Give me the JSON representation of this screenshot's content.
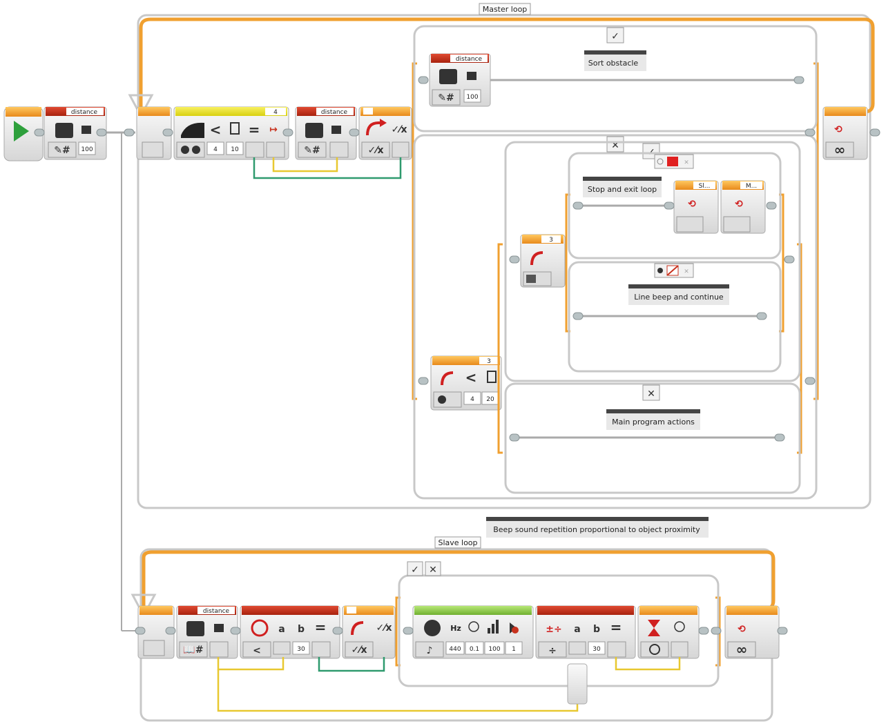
{
  "program": {
    "master_loop_label": "Master loop",
    "slave_loop_label": "Slave loop",
    "comment_beep": "Beep sound repetition proportional to object proximity"
  },
  "start_block": {
    "distance_header": "distance",
    "value": "100"
  },
  "master_loop": {
    "compare_header": "4",
    "compare_a": "4",
    "compare_b": "10",
    "var_header": "distance",
    "switch_true": {
      "comment": "Sort obstacle",
      "var_header": "distance",
      "var_value": "100"
    },
    "switch_false": {
      "outer_port": "3",
      "outer_a": "4",
      "outer_b": "20",
      "inner_port": "3",
      "inner_true": {
        "comment": "Stop and exit loop",
        "stop_label_1": "Sl...",
        "stop_label_2": "M..."
      },
      "inner_false": {
        "comment": "Line beep and continue"
      },
      "outer_false": {
        "comment": "Main program actions"
      }
    }
  },
  "slave_loop": {
    "var_header": "distance",
    "compare_a_label": "a",
    "compare_b_label": "b",
    "compare_b": "30",
    "sound_hz_label": "Hz",
    "sound_freq": "440",
    "sound_dur": "0.1",
    "sound_vol": "100",
    "sound_play": "1",
    "math_a_label": "a",
    "math_b_label": "b",
    "math_b": "30"
  },
  "colors": {
    "orange": "#f0a030",
    "red": "#c8321e",
    "yellow": "#e8e020",
    "green_bar": "#8cc83c",
    "wire_yellow": "#e8c830",
    "wire_green": "#2e9a6e",
    "frame": "#c8c8c8"
  }
}
